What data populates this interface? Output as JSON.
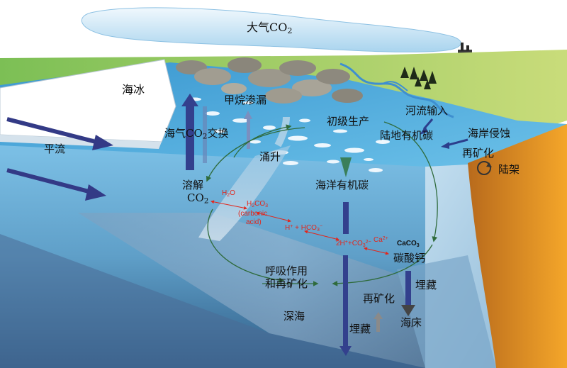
{
  "labels": {
    "atmosphere": "大气",
    "atmosphere_formula": "CO",
    "atmosphere_sub": "2",
    "sea_ice": "海冰",
    "methane_seep": "甲烷渗漏",
    "air_sea_exchange_a": "海气",
    "air_sea_exchange_formula": "CO",
    "air_sea_exchange_sub": "2",
    "air_sea_exchange_b": "交换",
    "river_input": "河流输入",
    "primary_production": "初级生产",
    "terrestrial_oc": "陆地有机碳",
    "coastal_erosion": "海岸侵蚀",
    "remineralization_top": "再矿化",
    "shelf": "陆架",
    "advection": "平流",
    "upwelling": "涌升",
    "dissolved": "溶解",
    "dissolved_formula": "CO",
    "dissolved_sub": "2",
    "marine_oc": "海洋有机碳",
    "h2o": "H",
    "h2o_sub": "2",
    "h2o_tail": "O",
    "h2co3_a": "H",
    "h2co3_sub1": "2",
    "h2co3_b": "CO",
    "h2co3_sub2": "3",
    "carbonic_1": "(carbonic",
    "carbonic_2": "acid)",
    "bicarb_a": "H",
    "bicarb_sup1": "+",
    "bicarb_b": " + HCO",
    "bicarb_sub": "3",
    "bicarb_sup2": "−",
    "carbonate_a": "2H",
    "carbonate_sup1": "+",
    "carbonate_b": "+CO",
    "carbonate_sub": "3",
    "carbonate_sup2": "2−",
    "ca_a": "Ca",
    "ca_sup": "2+",
    "caco3_a": "CaCO",
    "caco3_sub": "3",
    "calcium_carbonate": "碳酸钙",
    "respiration_1": "呼吸作用",
    "respiration_2": "和再矿化",
    "burial_right": "埋藏",
    "remineralization_bottom": "再矿化",
    "seafloor": "海床",
    "deep_sea": "深海",
    "burial_left": "埋藏"
  },
  "colors": {
    "carbonate_text": "#e2261c",
    "cycle_arrow": "#2f6b3c",
    "flux_arrow": "#2c3e8c",
    "land": "#a9cf5a",
    "slope": "#e39a2c",
    "ocean_surface": "#4aa6d6"
  }
}
